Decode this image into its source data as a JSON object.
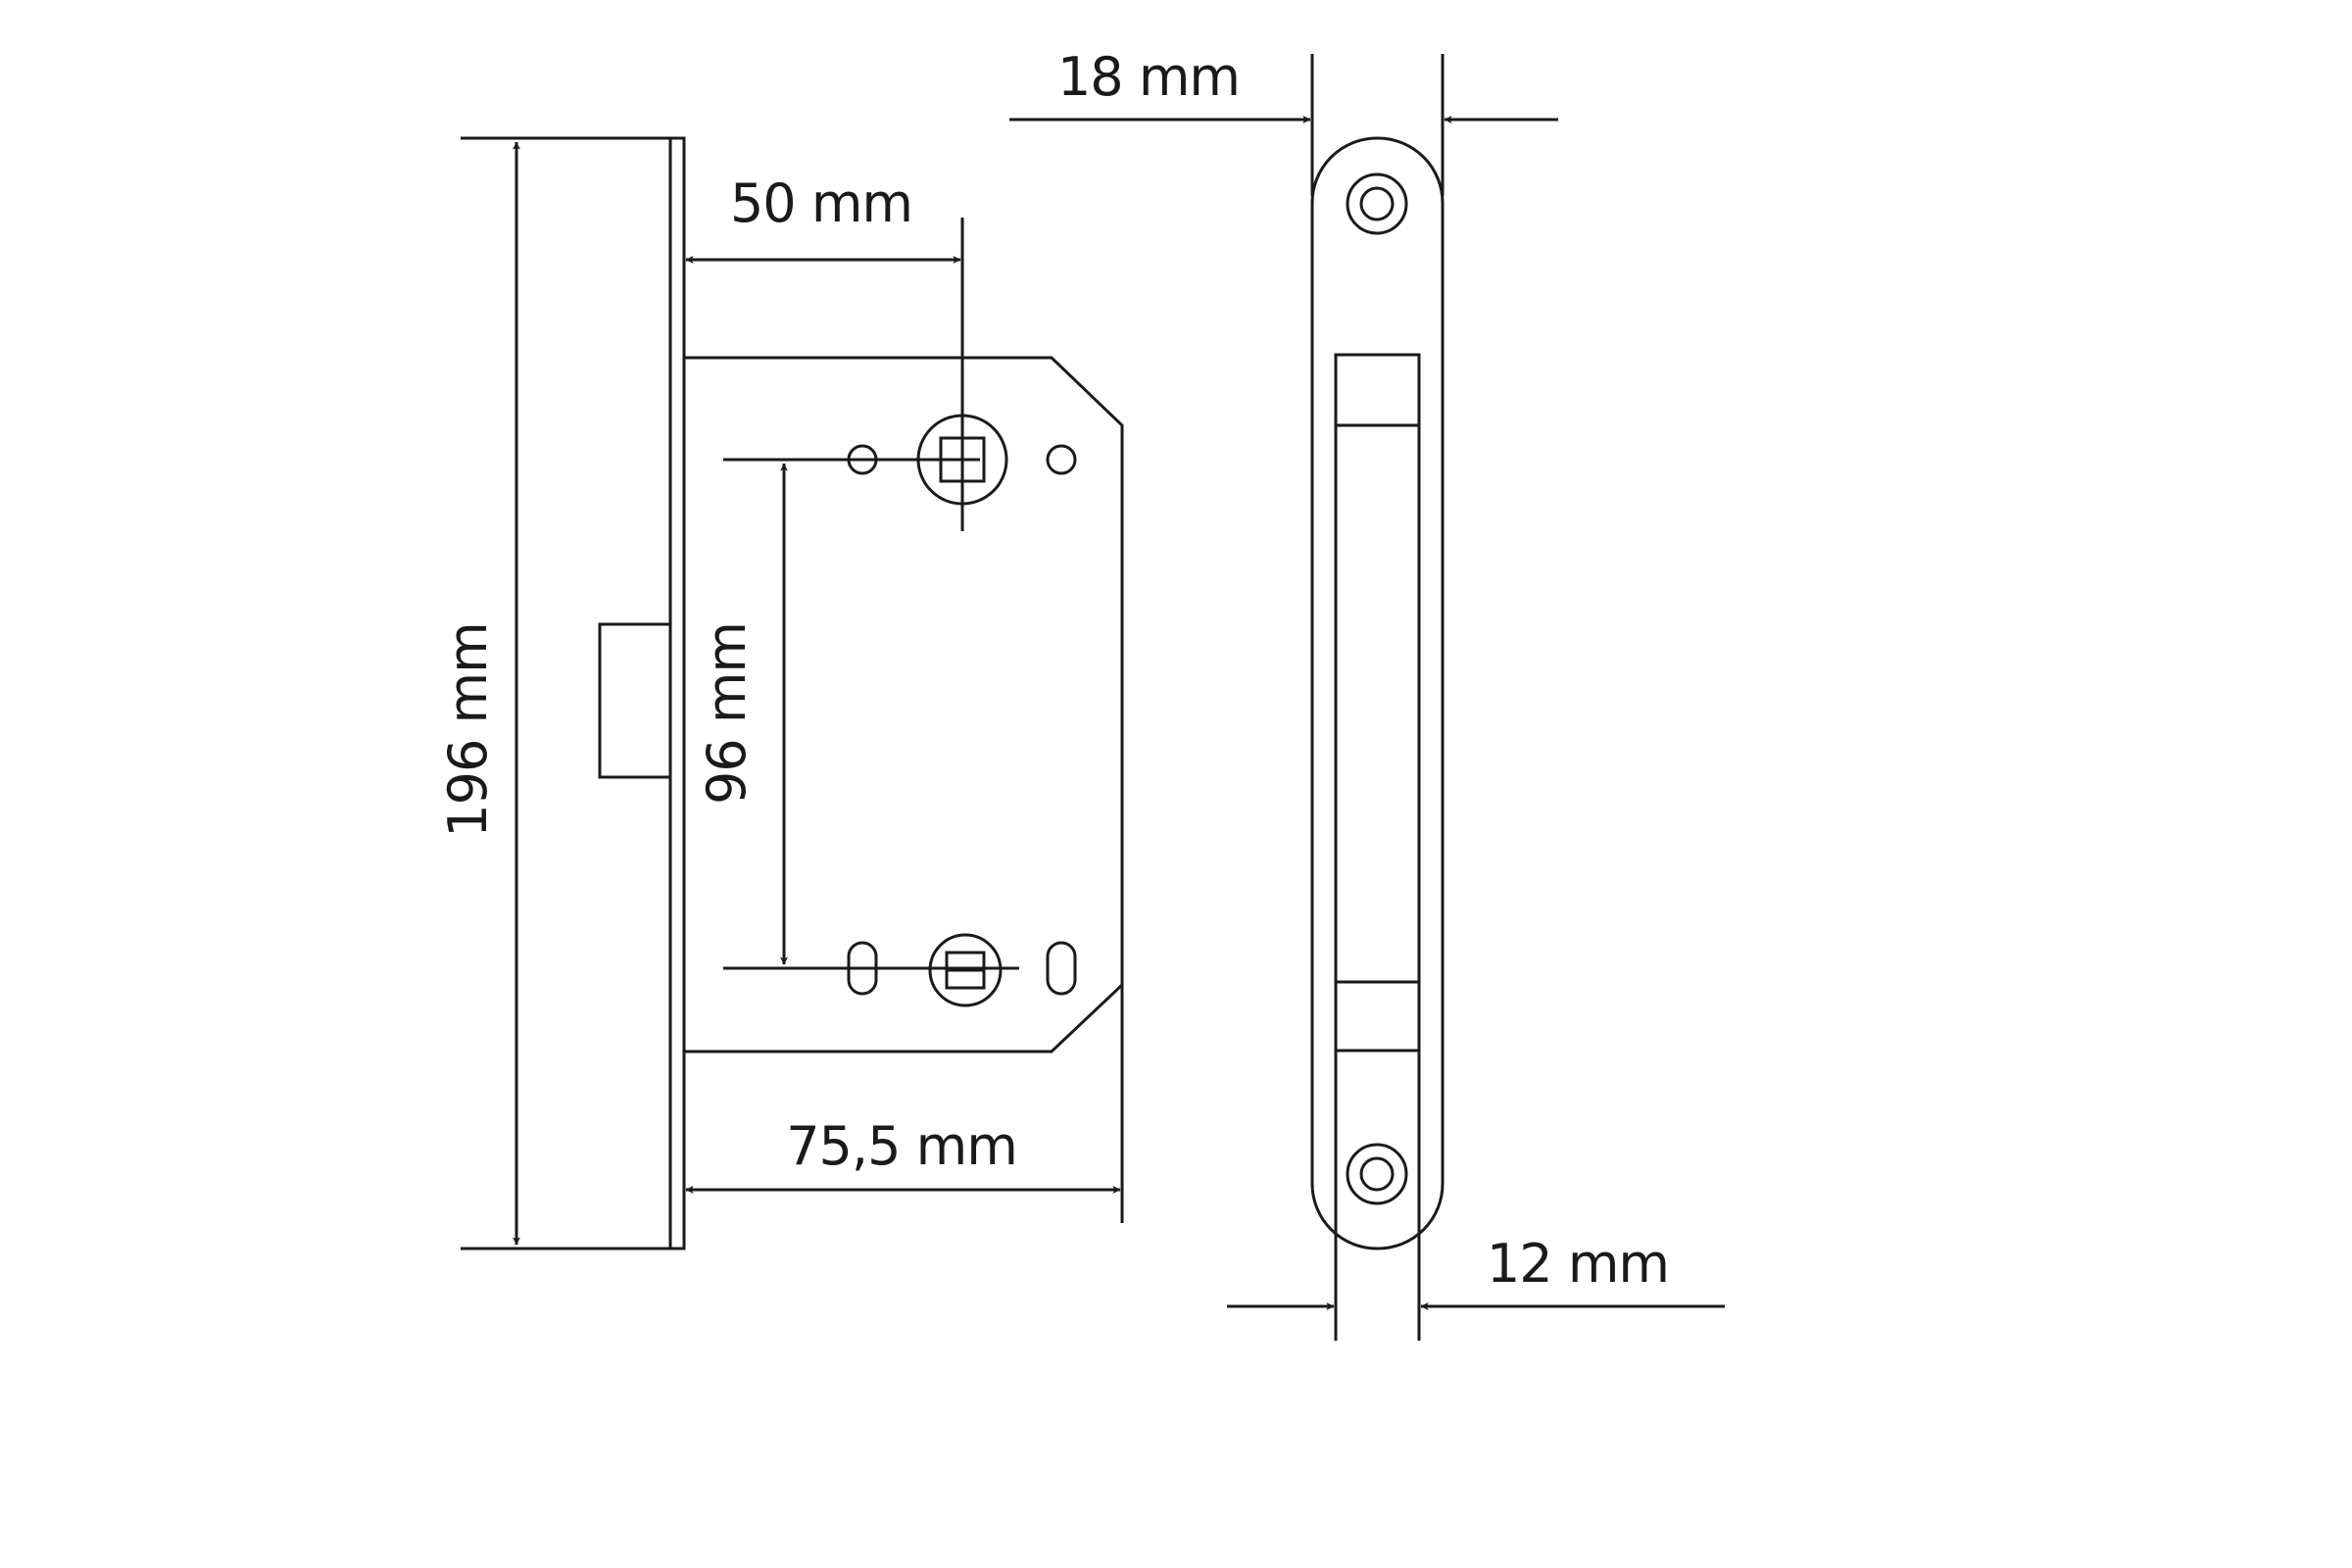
{
  "dimensions": {
    "height_total": "196 mm",
    "backset": "50 mm",
    "center_distance": "96 mm",
    "case_width": "75,5 mm",
    "faceplate_width": "18 mm",
    "case_thickness": "12 mm"
  },
  "colors": {
    "line": "#1a1a1a",
    "background": "#ffffff"
  }
}
